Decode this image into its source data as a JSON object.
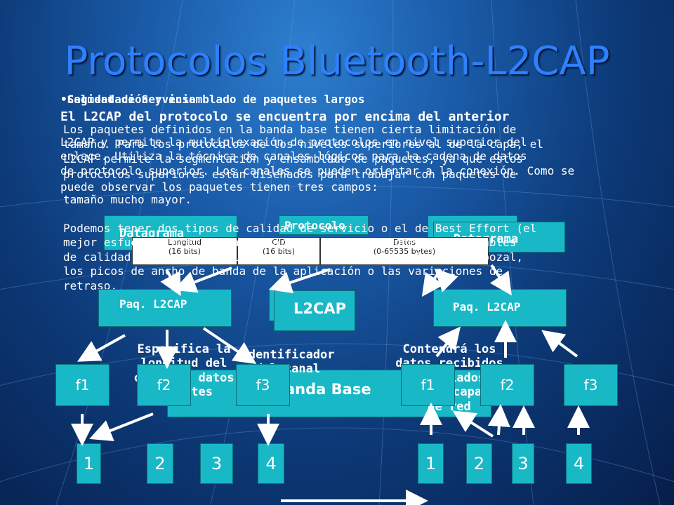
{
  "slide": {
    "title": "Protocolos Bluetooth-L2CAP"
  },
  "text_overlays": {
    "bullet_heading_a": "•Calidad de Servicio",
    "bullet_heading_b": "•Segmentación y ensamblado de paquetes largos",
    "intro_a": "El L2CAP del protocolo se encuentra por encima del anterior",
    "intro_b": "Los paquetes definidos en la banda base tienen cierta limitación de",
    "para_a1": "L2CAP y permite la multiplexación de protocolos en nivel superior del",
    "para_a2": "tamaño. Para los protocolos de los niveles superiores al de la capa, el",
    "para_a3": "enlace. Utiliza la técnica de canales lógicos para la cadena de datos",
    "para_a4": "L2CAP permite la segmentación y ensamblado de paquetes, ya que estos",
    "para_a5": "de protocolo superior. Los canales se pueden orientar a la conexión. Como se",
    "para_a6": "protocolos superiores están diseñados para trabajar con paquetes de",
    "para_a7": "puede observar los paquetes tienen tres campos:",
    "para_a8": "tamaño mucho mayor.",
    "qos_text": "Podemos tener dos tipos de calidad de servicio o el de Best Effort (el\nmejor esfuerzo) o el llamado guaranteed. Las opciones configurables\nde calidad servicio son el ratio de tokens, tamaño máximo del pozal,\nlos picos de ancho de banda de la aplicación o las variaciones de\nretraso."
  },
  "diagram": {
    "datagrama_left": "Datagrama",
    "datagrama_right": "Datagrama",
    "middle_label": "Protocolo",
    "packet_fields": [
      {
        "name": "Longitud",
        "size": "(16 bits)"
      },
      {
        "name": "CID",
        "size": "(16 bits)"
      },
      {
        "name": "Datos",
        "size": "(0-65535 bytes)"
      }
    ],
    "paq_left": "Paq. L2CAP",
    "paq_right": "Paq. L2CAP",
    "l2cap": "L2CAP",
    "banda_base": "Banda Base",
    "label_especifica": "Especifica la\nlongitud del\ncampo de datos\nen bytes",
    "label_identificador": "Identificador\ndel canal",
    "label_contendra": "Contendrá los\ndatos recibidos\ny enviados\na la capa\nde red",
    "f_left": [
      "f1",
      "f2",
      "f3"
    ],
    "f_right": [
      "f1",
      "f2",
      "f3"
    ],
    "nums_left": [
      "1",
      "2",
      "3",
      "4"
    ],
    "nums_right": [
      "1",
      "2",
      "3",
      "4"
    ]
  },
  "colors": {
    "title": "#2f80ff",
    "box": "#19b8c7",
    "background": "#1a5ba8"
  }
}
